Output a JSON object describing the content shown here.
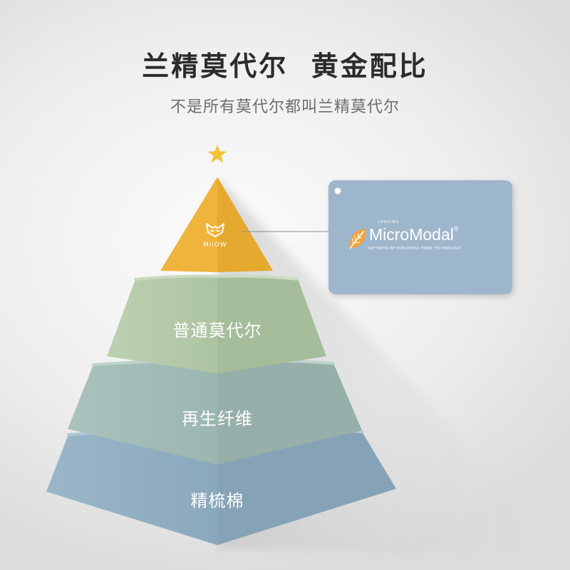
{
  "header": {
    "title": "兰精莫代尔  黄金配比",
    "subtitle": "不是所有莫代尔都叫兰精莫代尔"
  },
  "pyramid": {
    "top_logo_text": "MiiOW",
    "tiers": [
      {
        "label": "普通莫代尔"
      },
      {
        "label": "再生纤维"
      },
      {
        "label": "精梳棉"
      }
    ]
  },
  "card": {
    "brand_small": "LENZING",
    "brand_name": "MicroModal",
    "registered": "®",
    "tagline": "SOFTNESS BY EDELWEISS FIBER TECHNOLOGY"
  },
  "colors": {
    "apex": "#eeb138",
    "tier1": "#b6cbac",
    "tier2": "#a4bcb8",
    "tier3": "#93b0c3",
    "card": "#9eb6cb",
    "star": "#f3c33a"
  },
  "icons": [
    "star-icon",
    "cat-logo-icon",
    "leaf-icon"
  ]
}
